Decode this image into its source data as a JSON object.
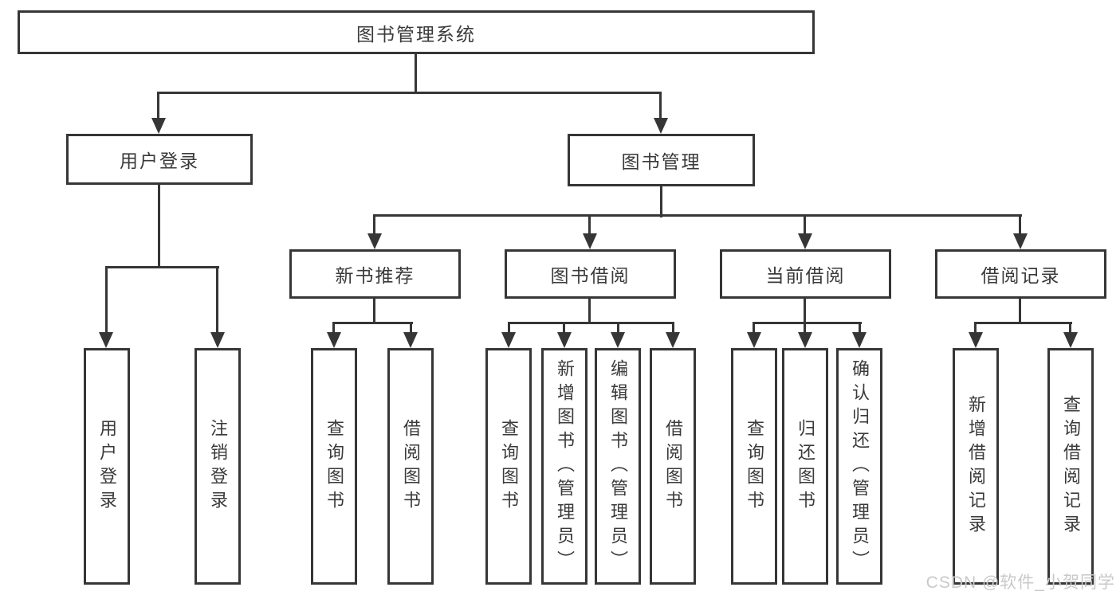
{
  "diagram": {
    "type": "tree",
    "title": "图书管理系统",
    "children": [
      {
        "label": "用户登录",
        "children": [
          {
            "label": "用户登录"
          },
          {
            "label": "注销登录"
          }
        ]
      },
      {
        "label": "图书管理",
        "children": [
          {
            "label": "新书推荐",
            "children": [
              {
                "label": "查询图书"
              },
              {
                "label": "借阅图书"
              }
            ]
          },
          {
            "label": "图书借阅",
            "children": [
              {
                "label": "查询图书"
              },
              {
                "label": "新增图书（管理员）"
              },
              {
                "label": "编辑图书（管理员）"
              },
              {
                "label": "借阅图书"
              }
            ]
          },
          {
            "label": "当前借阅",
            "children": [
              {
                "label": "查询图书"
              },
              {
                "label": "归还图书"
              },
              {
                "label": "确认归还（管理员）"
              }
            ]
          },
          {
            "label": "借阅记录",
            "children": [
              {
                "label": "新增借阅记录"
              },
              {
                "label": "查询借阅记录"
              }
            ]
          }
        ]
      }
    ]
  },
  "watermark": {
    "text": "CSDN @软件_小贺同学"
  },
  "colors": {
    "line": "#363636",
    "text": "#3a3a3a",
    "box_background": "#ffffff",
    "page_background": "#ffffff",
    "watermark": "#c9c9c9"
  }
}
